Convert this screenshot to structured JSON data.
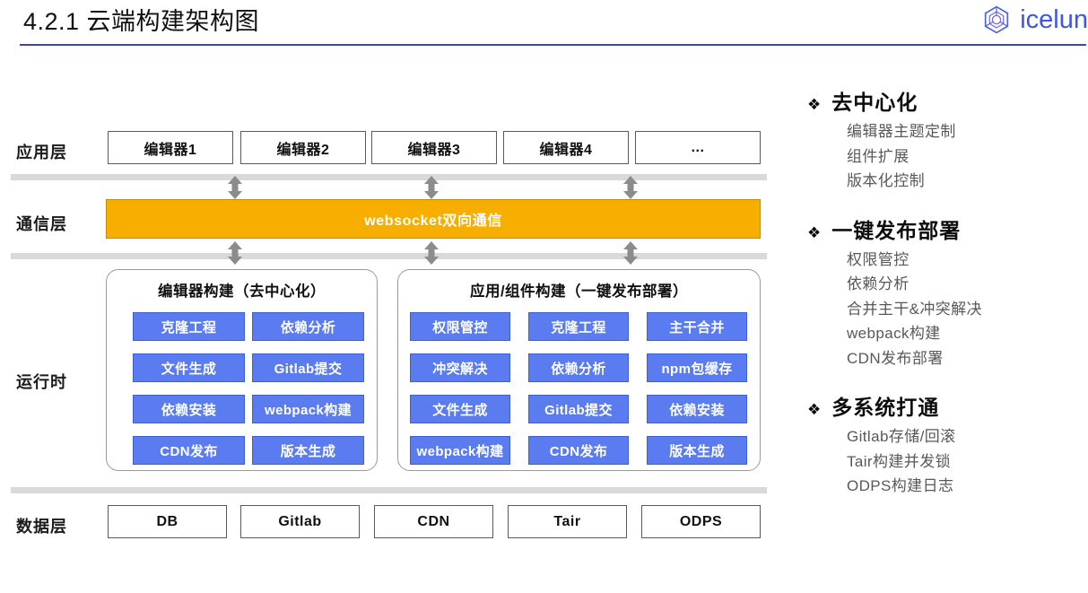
{
  "header": {
    "title": "4.2.1 云端构建架构图",
    "brand_name": "icelun",
    "logo_icon": "icelune-hexagon-logo",
    "rule_color": "#3A3FE0"
  },
  "colors": {
    "blue_box": "#5B7CF0",
    "orange_bar": "#F8AE00",
    "band_gray": "#D9D9D9",
    "note_text": "#595959",
    "brand_blue": "#3E56E8"
  },
  "diagram": {
    "layers": [
      {
        "label": "应用层"
      },
      {
        "label": "通信层"
      },
      {
        "label": "运行时"
      },
      {
        "label": "数据层"
      }
    ],
    "application_layer": {
      "boxes": [
        "编辑器1",
        "编辑器2",
        "编辑器3",
        "编辑器4",
        "..."
      ]
    },
    "communication_layer": {
      "bar_label": "websocket双向通信",
      "arrows_above": 3,
      "arrows_below": 3,
      "arrow_icon": "double-headed-vertical-arrow"
    },
    "runtime_layer": {
      "panels": [
        {
          "title": "编辑器构建（去中心化）",
          "columns": 2,
          "items": [
            "克隆工程",
            "依赖分析",
            "文件生成",
            "Gitlab提交",
            "依赖安装",
            "webpack构建",
            "CDN发布",
            "版本生成"
          ]
        },
        {
          "title": "应用/组件构建（一键发布部署）",
          "columns": 3,
          "items": [
            "权限管控",
            "克隆工程",
            "主干合并",
            "冲突解决",
            "依赖分析",
            "npm包缓存",
            "文件生成",
            "Gitlab提交",
            "依赖安装",
            "webpack构建",
            "CDN发布",
            "版本生成"
          ]
        }
      ]
    },
    "data_layer": {
      "boxes": [
        "DB",
        "Gitlab",
        "CDN",
        "Tair",
        "ODPS"
      ]
    }
  },
  "notes": {
    "bullet_icon": "four-diamond-bullet",
    "bullet_glyph": "❖",
    "groups": [
      {
        "heading": "去中心化",
        "items": [
          "编辑器主题定制",
          "组件扩展",
          "版本化控制"
        ]
      },
      {
        "heading": "一键发布部署",
        "items": [
          "权限管控",
          "依赖分析",
          "合并主干&冲突解决",
          "webpack构建",
          "CDN发布部署"
        ]
      },
      {
        "heading": "多系统打通",
        "items": [
          "Gitlab存储/回滚",
          "Tair构建并发锁",
          "ODPS构建日志"
        ]
      }
    ]
  }
}
